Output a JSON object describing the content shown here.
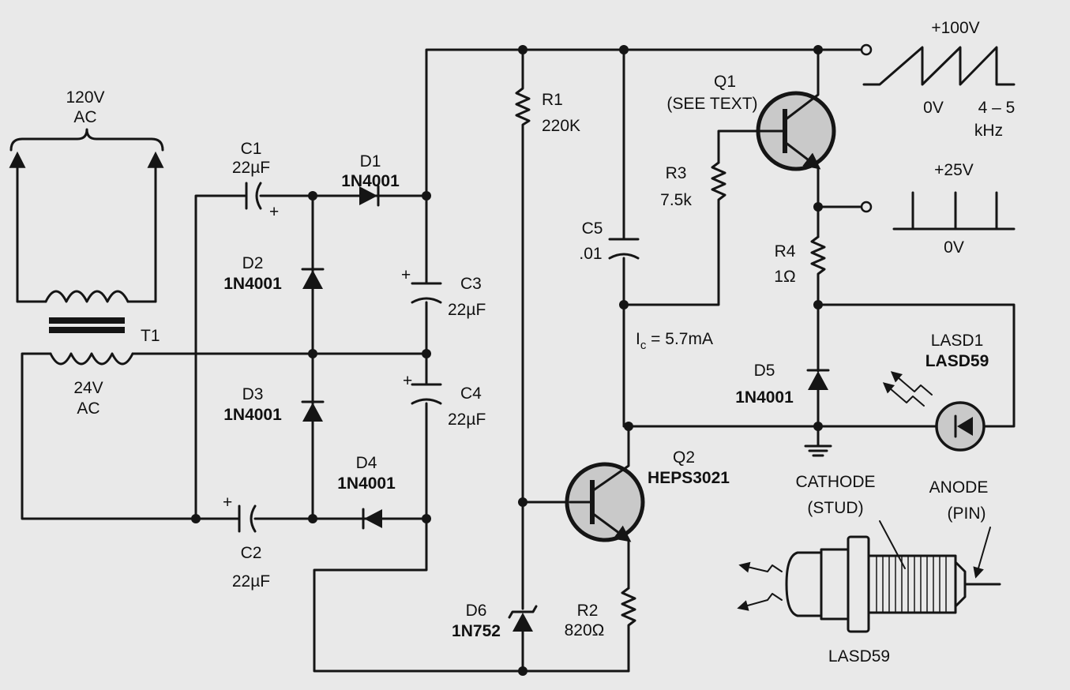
{
  "transformer": {
    "primary_voltage": "120V",
    "primary_type": "AC",
    "name": "T1",
    "secondary_voltage": "24V",
    "secondary_type": "AC"
  },
  "C1": {
    "name": "C1",
    "value": "22µF"
  },
  "C2": {
    "name": "C2",
    "value": "22µF"
  },
  "C3": {
    "name": "C3",
    "value": "22µF"
  },
  "C4": {
    "name": "C4",
    "value": "22µF"
  },
  "C5": {
    "name": "C5",
    "value": ".01"
  },
  "D1": {
    "name": "D1",
    "part": "1N4001"
  },
  "D2": {
    "name": "D2",
    "part": "1N4001"
  },
  "D3": {
    "name": "D3",
    "part": "1N4001"
  },
  "D4": {
    "name": "D4",
    "part": "1N4001"
  },
  "D5": {
    "name": "D5",
    "part": "1N4001"
  },
  "D6": {
    "name": "D6",
    "part": "1N752"
  },
  "R1": {
    "name": "R1",
    "value": "220K"
  },
  "R2": {
    "name": "R2",
    "value": "820Ω"
  },
  "R3": {
    "name": "R3",
    "value": "7.5k"
  },
  "R4": {
    "name": "R4",
    "value": "1Ω"
  },
  "Q1": {
    "name": "Q1",
    "note": "(SEE TEXT)"
  },
  "Q2": {
    "name": "Q2",
    "part": "HEPS3021"
  },
  "current_label": {
    "prefix": "I",
    "sub": "c",
    "value": " = 5.7mA"
  },
  "laser": {
    "name": "LASD1",
    "part": "LASD59"
  },
  "waveform_top": {
    "peak": "+100V",
    "base": "0V",
    "freq_a": "4 – 5",
    "freq_b": "kHz"
  },
  "waveform_bottom": {
    "peak": "+25V",
    "base": "0V"
  },
  "package": {
    "cathode": "CATHODE",
    "cathode_note": "(STUD)",
    "anode": "ANODE",
    "anode_note": "(PIN)",
    "part": "LASD59"
  },
  "plus_sign": "+"
}
